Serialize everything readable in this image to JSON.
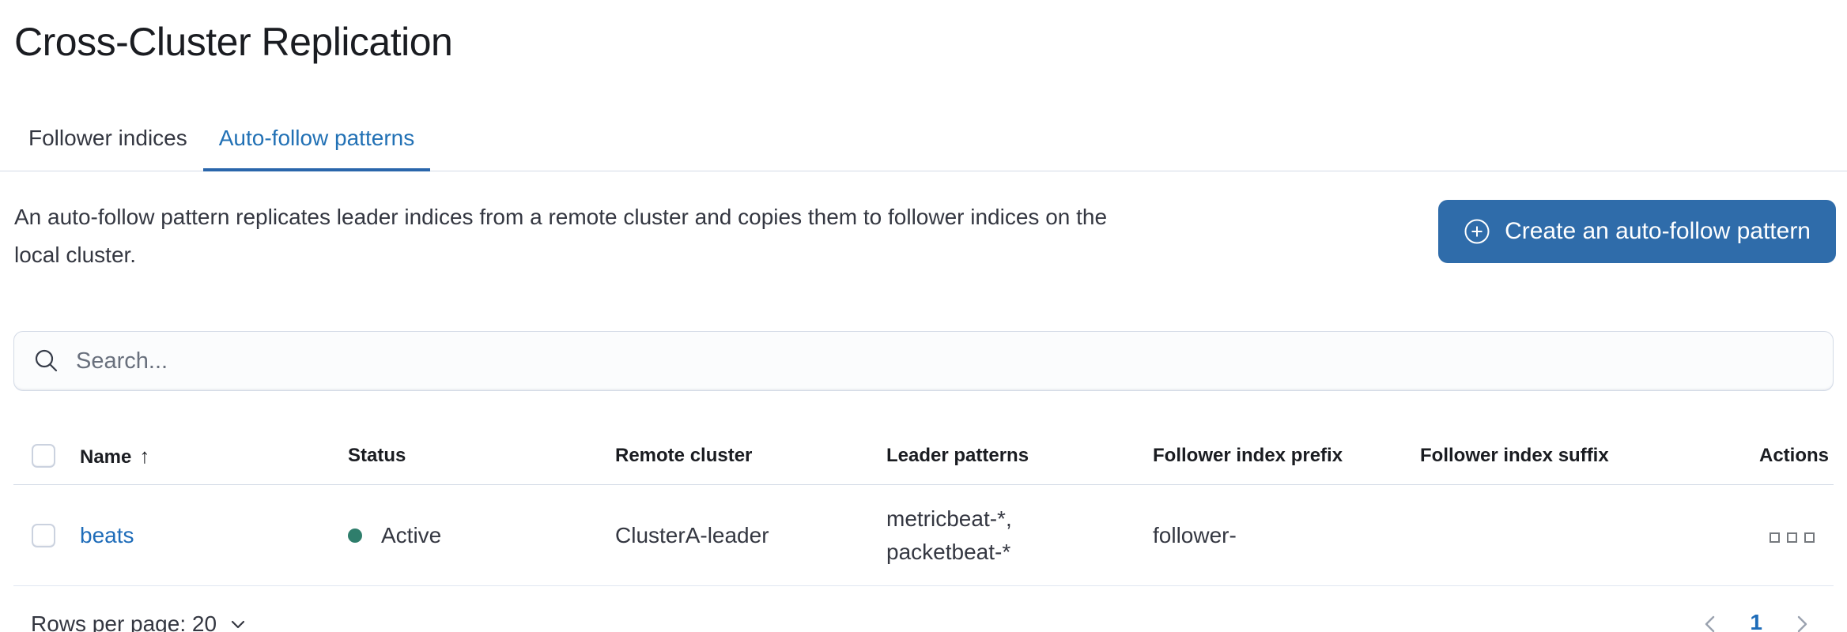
{
  "page": {
    "title": "Cross-Cluster Replication"
  },
  "tabs": [
    {
      "label": "Follower indices",
      "active": false
    },
    {
      "label": "Auto-follow patterns",
      "active": true
    }
  ],
  "description_lines": [
    "An auto-follow pattern replicates leader indices from a remote cluster and copies them to follower indices on the",
    "local cluster."
  ],
  "create_button": {
    "label": "Create an auto-follow pattern",
    "icon": "plus-in-circle-icon"
  },
  "search": {
    "placeholder": "Search...",
    "value": "",
    "icon": "search-icon"
  },
  "table": {
    "columns": [
      "Name",
      "Status",
      "Remote cluster",
      "Leader patterns",
      "Follower index prefix",
      "Follower index suffix",
      "Actions"
    ],
    "sort": {
      "column": "Name",
      "direction": "ascending",
      "icon": "sort-ascending-arrow-icon",
      "glyph": "↑"
    },
    "rows": [
      {
        "name": "beats",
        "status": "Active",
        "remote_cluster": "ClusterA-leader",
        "leader_patterns": "metricbeat-*, packetbeat-*",
        "follower_index_prefix": "follower-",
        "follower_index_suffix": "",
        "actions_icon": "all-actions-icon"
      }
    ]
  },
  "footer": {
    "rows_per_page_label": "Rows per page: 20",
    "rows_per_page_icon": "chevron-down-icon",
    "current_page": "1",
    "prev_icon": "chevron-left-icon",
    "next_icon": "chevron-right-icon"
  },
  "colors": {
    "primary_button": "#2f6caa",
    "active_tab": "#2271b5",
    "tab_underline": "#2a66ab",
    "link": "#1e6cb9",
    "status_active_dot": "#2f7e6c"
  }
}
